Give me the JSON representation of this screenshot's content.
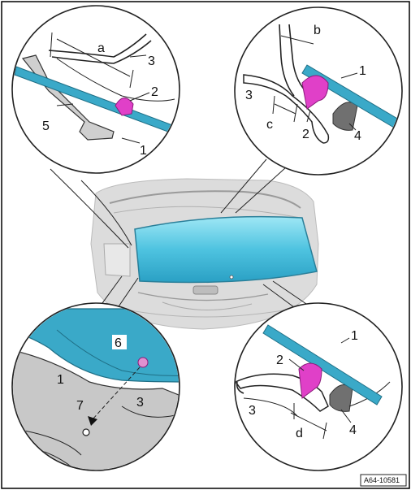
{
  "figure_ref": "A64-10581",
  "colors": {
    "glass": "#3aa9c8",
    "glass_light": "#7fd6ea",
    "clip": "#e040c8",
    "seal_dark": "#707070",
    "body_gray": "#c8c8c8"
  },
  "detail_top_left": {
    "labels": {
      "dim_a": "a",
      "clip": "2",
      "window": "1",
      "gasket": "3",
      "trim": "5"
    }
  },
  "detail_top_right": {
    "labels": {
      "dim_b": "b",
      "dim_c": "c",
      "window": "1",
      "clip": "2",
      "gasket": "3",
      "seal": "4"
    }
  },
  "detail_bottom_left": {
    "labels": {
      "window": "1",
      "pin": "6",
      "hole": "7",
      "body": "3"
    }
  },
  "detail_bottom_right": {
    "labels": {
      "window": "1",
      "clip": "2",
      "gasket": "3",
      "seal": "4",
      "dim_d": "d"
    }
  }
}
